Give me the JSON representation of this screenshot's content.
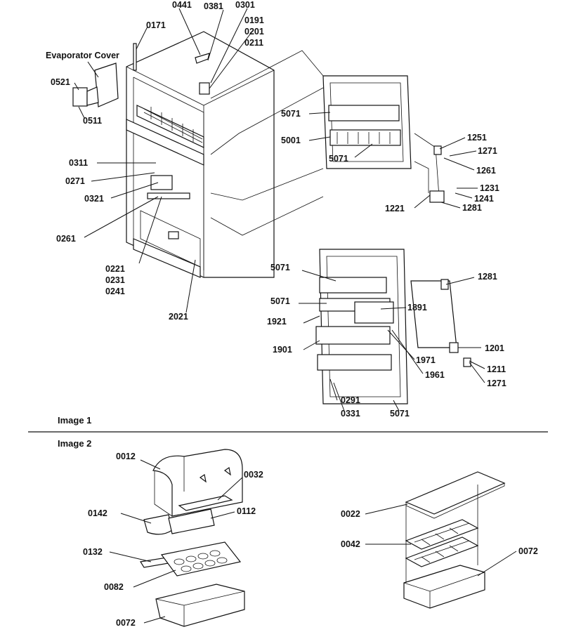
{
  "image1_title": "Image 1",
  "image2_title": "Image 2",
  "evaporator_cover_label": "Evaporator Cover",
  "parts": {
    "p0441": "0441",
    "p0381": "0381",
    "p0301": "0301",
    "p0191": "0191",
    "p0201": "0201",
    "p0211": "0211",
    "p0171": "0171",
    "p0521": "0521",
    "p0511": "0511",
    "p0311": "0311",
    "p0271": "0271",
    "p0321": "0321",
    "p0261": "0261",
    "p0221": "0221",
    "p0231": "0231",
    "p0241": "0241",
    "p2021": "2021",
    "p5071a": "5071",
    "p5001": "5001",
    "p5071b": "5071",
    "p1251": "1251",
    "p1271a": "1271",
    "p1261": "1261",
    "p1231": "1231",
    "p1241": "1241",
    "p1221": "1221",
    "p1281a": "1281",
    "p5071c": "5071",
    "p5071d": "5071",
    "p1921": "1921",
    "p1901": "1901",
    "p1891": "1891",
    "p1971": "1971",
    "p1961": "1961",
    "p0291": "0291",
    "p0331": "0331",
    "p5071e": "5071",
    "p1281b": "1281",
    "p1201": "1201",
    "p1211": "1211",
    "p1271b": "1271",
    "p0012": "0012",
    "p0032": "0032",
    "p0142": "0142",
    "p0112": "0112",
    "p0132": "0132",
    "p0082": "0082",
    "p0072a": "0072",
    "p0022": "0022",
    "p0042": "0042",
    "p0072b": "0072"
  }
}
